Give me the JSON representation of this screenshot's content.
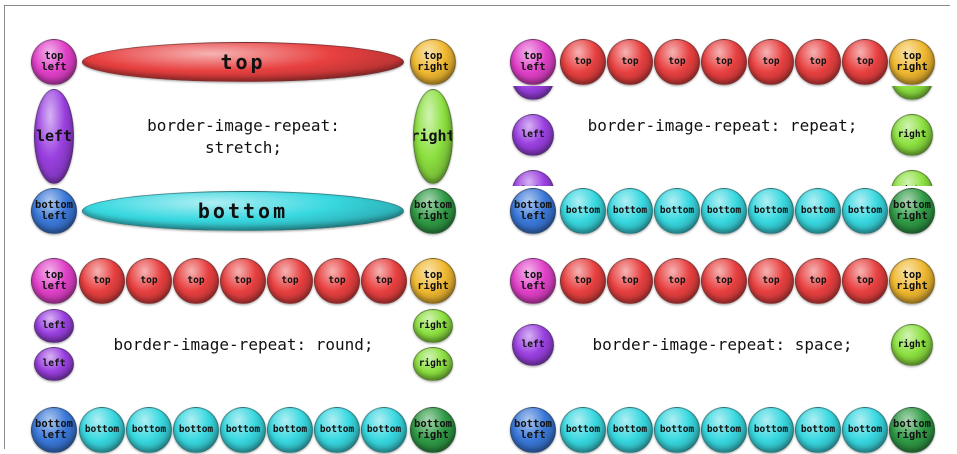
{
  "demos": [
    {
      "caption": "border-image-repeat:\nstretch;",
      "mode": "stretch"
    },
    {
      "caption": "border-image-repeat: repeat;",
      "mode": "repeat"
    },
    {
      "caption": "border-image-repeat: round;",
      "mode": "round"
    },
    {
      "caption": "border-image-repeat: space;",
      "mode": "space"
    }
  ],
  "labels": {
    "top_left": "top\nleft",
    "top_right": "top\nright",
    "bottom_left": "bottom\nleft",
    "bottom_right": "bottom\nright",
    "top": "top",
    "bottom": "bottom",
    "left": "left",
    "right": "right"
  },
  "colors": {
    "top_left": "#e040c8",
    "top_right": "#f0b830",
    "bottom_left": "#3a78d8",
    "bottom_right": "#2f9a45",
    "top": "#e84040",
    "bottom": "#38d8e0",
    "left": "#9a40e0",
    "right": "#8ce040"
  }
}
